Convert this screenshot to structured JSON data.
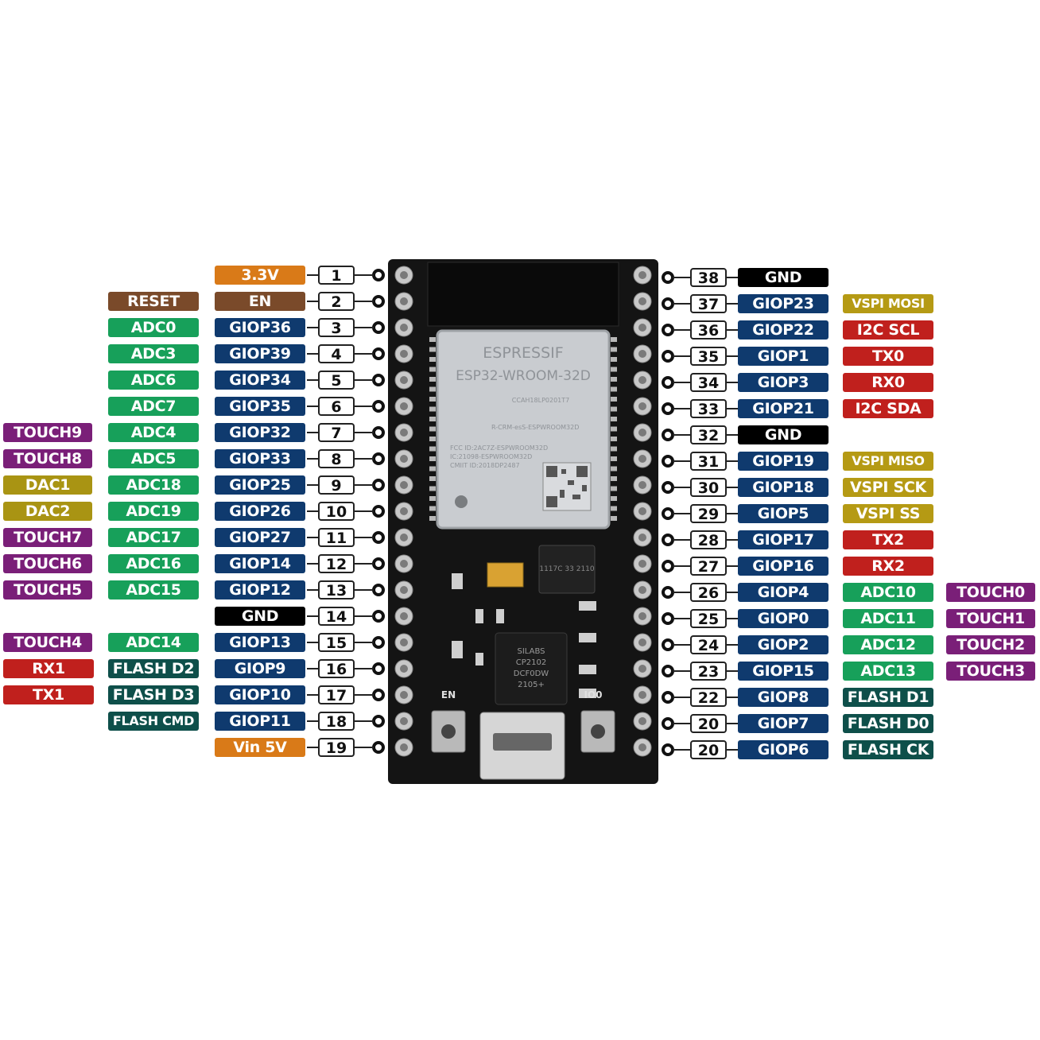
{
  "colors": {
    "power": "#d97a18",
    "en": "#7a4a2a",
    "gpio": "#0f3a6e",
    "adc": "#17a05a",
    "touch": "#7a1f78",
    "dac": "#a99413",
    "vspi": "#b59a14",
    "uart_i2c": "#c0201d",
    "flash": "#0e4f4a",
    "gnd": "#000000"
  },
  "board": {
    "module_brand": "ESPRESSIF",
    "module_model": "ESP32-WROOM-32D",
    "module_fcc": "FCC ID:2AC7Z-ESPWROOM32D",
    "module_ic": "IC:21098-ESPWROOM32D",
    "module_cmiit": "CMIIT ID:2018DP2487",
    "module_cert": "CCAH18LP0201T7",
    "module_rcm": "R-CRM-esS-ESPWROOM32D",
    "chip_brand": "SILABS",
    "chip_model": "CP2102",
    "chip_code": "DCF0DW",
    "chip_date": "2105+",
    "button_en": "EN",
    "button_boot": "IO0",
    "regulator_code": "1117C 33 2110"
  },
  "left_pins": [
    {
      "pin": "1",
      "labels": [
        {
          "text": "3.3V",
          "cat": "power"
        }
      ]
    },
    {
      "pin": "2",
      "labels": [
        {
          "text": "EN",
          "cat": "en"
        },
        {
          "text": "RESET",
          "cat": "en"
        }
      ]
    },
    {
      "pin": "3",
      "labels": [
        {
          "text": "GIOP36",
          "cat": "gpio"
        },
        {
          "text": "ADC0",
          "cat": "adc"
        }
      ]
    },
    {
      "pin": "4",
      "labels": [
        {
          "text": "GIOP39",
          "cat": "gpio"
        },
        {
          "text": "ADC3",
          "cat": "adc"
        }
      ]
    },
    {
      "pin": "5",
      "labels": [
        {
          "text": "GIOP34",
          "cat": "gpio"
        },
        {
          "text": "ADC6",
          "cat": "adc"
        }
      ]
    },
    {
      "pin": "6",
      "labels": [
        {
          "text": "GIOP35",
          "cat": "gpio"
        },
        {
          "text": "ADC7",
          "cat": "adc"
        }
      ]
    },
    {
      "pin": "7",
      "labels": [
        {
          "text": "GIOP32",
          "cat": "gpio"
        },
        {
          "text": "ADC4",
          "cat": "adc"
        },
        {
          "text": "TOUCH9",
          "cat": "touch"
        }
      ]
    },
    {
      "pin": "8",
      "labels": [
        {
          "text": "GIOP33",
          "cat": "gpio"
        },
        {
          "text": "ADC5",
          "cat": "adc"
        },
        {
          "text": "TOUCH8",
          "cat": "touch"
        }
      ]
    },
    {
      "pin": "9",
      "labels": [
        {
          "text": "GIOP25",
          "cat": "gpio"
        },
        {
          "text": "ADC18",
          "cat": "adc"
        },
        {
          "text": "DAC1",
          "cat": "dac"
        }
      ]
    },
    {
      "pin": "10",
      "labels": [
        {
          "text": "GIOP26",
          "cat": "gpio"
        },
        {
          "text": "ADC19",
          "cat": "adc"
        },
        {
          "text": "DAC2",
          "cat": "dac"
        }
      ]
    },
    {
      "pin": "11",
      "labels": [
        {
          "text": "GIOP27",
          "cat": "gpio"
        },
        {
          "text": "ADC17",
          "cat": "adc"
        },
        {
          "text": "TOUCH7",
          "cat": "touch"
        }
      ]
    },
    {
      "pin": "12",
      "labels": [
        {
          "text": "GIOP14",
          "cat": "gpio"
        },
        {
          "text": "ADC16",
          "cat": "adc"
        },
        {
          "text": "TOUCH6",
          "cat": "touch"
        }
      ]
    },
    {
      "pin": "13",
      "labels": [
        {
          "text": "GIOP12",
          "cat": "gpio"
        },
        {
          "text": "ADC15",
          "cat": "adc"
        },
        {
          "text": "TOUCH5",
          "cat": "touch"
        }
      ]
    },
    {
      "pin": "14",
      "labels": [
        {
          "text": "GND",
          "cat": "gnd"
        }
      ]
    },
    {
      "pin": "15",
      "labels": [
        {
          "text": "GIOP13",
          "cat": "gpio"
        },
        {
          "text": "ADC14",
          "cat": "adc"
        },
        {
          "text": "TOUCH4",
          "cat": "touch"
        }
      ]
    },
    {
      "pin": "16",
      "labels": [
        {
          "text": "GIOP9",
          "cat": "gpio"
        },
        {
          "text": "FLASH D2",
          "cat": "flash"
        },
        {
          "text": "RX1",
          "cat": "uart_i2c"
        }
      ]
    },
    {
      "pin": "17",
      "labels": [
        {
          "text": "GIOP10",
          "cat": "gpio"
        },
        {
          "text": "FLASH D3",
          "cat": "flash"
        },
        {
          "text": "TX1",
          "cat": "uart_i2c"
        }
      ]
    },
    {
      "pin": "18",
      "labels": [
        {
          "text": "GIOP11",
          "cat": "gpio"
        },
        {
          "text": "FLASH CMD",
          "cat": "flash"
        }
      ]
    },
    {
      "pin": "19",
      "labels": [
        {
          "text": "Vin 5V",
          "cat": "power"
        }
      ]
    }
  ],
  "right_pins": [
    {
      "pin": "38",
      "labels": [
        {
          "text": "GND",
          "cat": "gnd"
        }
      ]
    },
    {
      "pin": "37",
      "labels": [
        {
          "text": "GIOP23",
          "cat": "gpio"
        },
        {
          "text": "VSPI MOSI",
          "cat": "vspi"
        }
      ]
    },
    {
      "pin": "36",
      "labels": [
        {
          "text": "GIOP22",
          "cat": "gpio"
        },
        {
          "text": "I2C SCL",
          "cat": "uart_i2c"
        }
      ]
    },
    {
      "pin": "35",
      "labels": [
        {
          "text": "GIOP1",
          "cat": "gpio"
        },
        {
          "text": "TX0",
          "cat": "uart_i2c"
        }
      ]
    },
    {
      "pin": "34",
      "labels": [
        {
          "text": "GIOP3",
          "cat": "gpio"
        },
        {
          "text": "RX0",
          "cat": "uart_i2c"
        }
      ]
    },
    {
      "pin": "33",
      "labels": [
        {
          "text": "GIOP21",
          "cat": "gpio"
        },
        {
          "text": "I2C SDA",
          "cat": "uart_i2c"
        }
      ]
    },
    {
      "pin": "32",
      "labels": [
        {
          "text": "GND",
          "cat": "gnd"
        }
      ]
    },
    {
      "pin": "31",
      "labels": [
        {
          "text": "GIOP19",
          "cat": "gpio"
        },
        {
          "text": "VSPI MISO",
          "cat": "vspi"
        }
      ]
    },
    {
      "pin": "30",
      "labels": [
        {
          "text": "GIOP18",
          "cat": "gpio"
        },
        {
          "text": "VSPI SCK",
          "cat": "vspi"
        }
      ]
    },
    {
      "pin": "29",
      "labels": [
        {
          "text": "GIOP5",
          "cat": "gpio"
        },
        {
          "text": "VSPI SS",
          "cat": "vspi"
        }
      ]
    },
    {
      "pin": "28",
      "labels": [
        {
          "text": "GIOP17",
          "cat": "gpio"
        },
        {
          "text": "TX2",
          "cat": "uart_i2c"
        }
      ]
    },
    {
      "pin": "27",
      "labels": [
        {
          "text": "GIOP16",
          "cat": "gpio"
        },
        {
          "text": "RX2",
          "cat": "uart_i2c"
        }
      ]
    },
    {
      "pin": "26",
      "labels": [
        {
          "text": "GIOP4",
          "cat": "gpio"
        },
        {
          "text": "ADC10",
          "cat": "adc"
        },
        {
          "text": "TOUCH0",
          "cat": "touch"
        }
      ]
    },
    {
      "pin": "25",
      "labels": [
        {
          "text": "GIOP0",
          "cat": "gpio"
        },
        {
          "text": "ADC11",
          "cat": "adc"
        },
        {
          "text": "TOUCH1",
          "cat": "touch"
        }
      ]
    },
    {
      "pin": "24",
      "labels": [
        {
          "text": "GIOP2",
          "cat": "gpio"
        },
        {
          "text": "ADC12",
          "cat": "adc"
        },
        {
          "text": "TOUCH2",
          "cat": "touch"
        }
      ]
    },
    {
      "pin": "23",
      "labels": [
        {
          "text": "GIOP15",
          "cat": "gpio"
        },
        {
          "text": "ADC13",
          "cat": "adc"
        },
        {
          "text": "TOUCH3",
          "cat": "touch"
        }
      ]
    },
    {
      "pin": "22",
      "labels": [
        {
          "text": "GIOP8",
          "cat": "gpio"
        },
        {
          "text": "FLASH D1",
          "cat": "flash"
        }
      ]
    },
    {
      "pin": "20",
      "labels": [
        {
          "text": "GIOP7",
          "cat": "gpio"
        },
        {
          "text": "FLASH D0",
          "cat": "flash"
        }
      ]
    },
    {
      "pin": "20",
      "labels": [
        {
          "text": "GIOP6",
          "cat": "gpio"
        },
        {
          "text": "FLASH CK",
          "cat": "flash"
        }
      ]
    }
  ]
}
